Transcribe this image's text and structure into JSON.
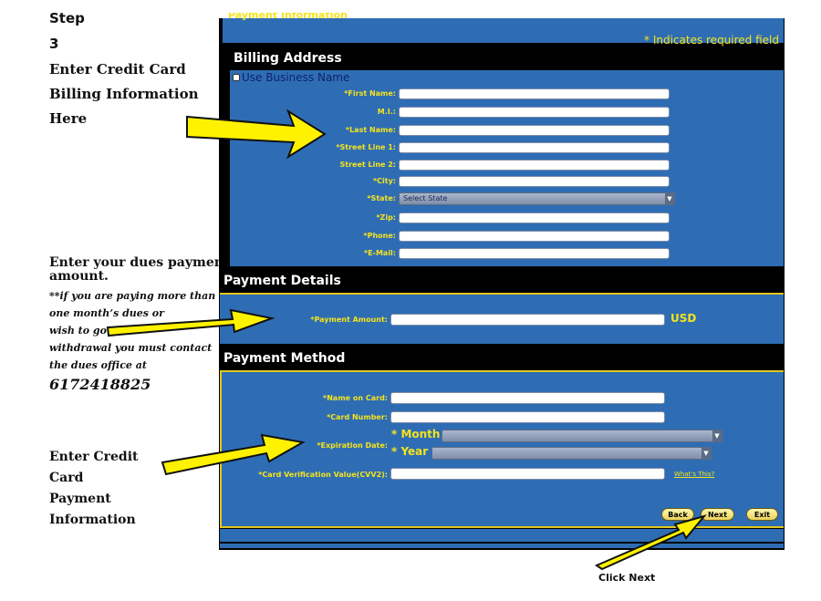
{
  "annotations": {
    "step_word": "Step",
    "step_number": "3",
    "billing_instruction": [
      "Enter Credit Card",
      "Billing Information",
      "Here"
    ],
    "dues_instruction": [
      "Enter your dues payment",
      "amount."
    ],
    "dues_note": [
      "**if you are paying more than",
      "one month’s dues or",
      "wish to go on",
      "withdrawal you must contact",
      "the  dues office at"
    ],
    "dues_phone": "6172418825",
    "card_instruction": [
      "Enter Credit",
      "Card",
      "Payment",
      "Information"
    ],
    "click_next": "Click Next"
  },
  "form": {
    "top_title": "Payment Information",
    "required_note": "* Indicates required field",
    "billing": {
      "title": "Billing Address",
      "use_business_name": "Use Business Name",
      "fields": [
        {
          "label": "*First Name:"
        },
        {
          "label": "M.I.:"
        },
        {
          "label": "*Last Name:"
        },
        {
          "label": "*Street Line 1:"
        },
        {
          "label": "Street Line 2:"
        },
        {
          "label": "*City:"
        },
        {
          "label": "*State:"
        },
        {
          "label": "*Zip:"
        },
        {
          "label": "*Phone:"
        },
        {
          "label": "*E-Mail:"
        }
      ],
      "state_placeholder": "Select State"
    },
    "payment_details": {
      "title": "Payment Details",
      "amount_label": "*Payment Amount:",
      "currency": "USD"
    },
    "payment_method": {
      "title": "Payment Method",
      "name_label": "*Name on Card:",
      "number_label": "*Card Number:",
      "expiration_label": "*Expiration Date:",
      "month_label": "* Month",
      "year_label": "* Year",
      "cvv_label": "*Card Verification Value(CVV2):",
      "whats_this": "What's This?"
    },
    "buttons": {
      "back": "Back",
      "next": "Next",
      "exit": "Exit"
    }
  },
  "colors": {
    "panel_blue": "#2e6db4",
    "label_yellow": "#f5e31c",
    "arrow_yellow": "#fff200"
  }
}
